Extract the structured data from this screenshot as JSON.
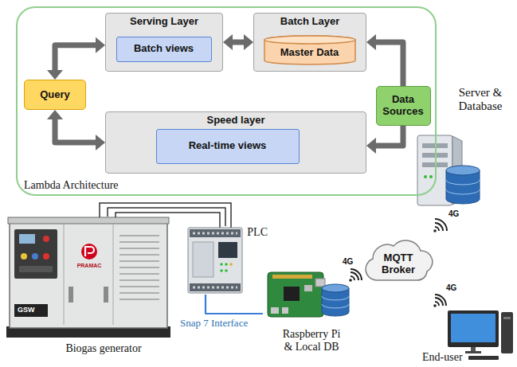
{
  "diagram": {
    "nodes": [
      {
        "text": [
          "Lambda Architecture"
        ]
      },
      {
        "text": [
          "Serving Layer"
        ],
        "in": 0
      },
      {
        "text": [
          "Batch views"
        ],
        "in": 1
      },
      {
        "text": [
          "Batch Layer"
        ],
        "in": 0
      },
      {
        "text": [
          "Master Data"
        ],
        "in": 3
      },
      {
        "text": [
          "Query"
        ],
        "in": 0
      },
      {
        "text": [
          "Data Sources"
        ],
        "in": 0
      },
      {
        "text": [
          "Speed layer"
        ],
        "in": 0
      },
      {
        "text": [
          "Real-time views"
        ],
        "in": 7
      },
      {
        "text": [
          "Server & Database"
        ]
      },
      {
        "text": [
          "Biogas generator"
        ]
      },
      {
        "text": [
          "PLC"
        ]
      },
      {
        "text": [
          "Raspberry Pi & Local DB"
        ]
      },
      {
        "text": [
          "MQTT Broker"
        ]
      },
      {
        "text": [
          "End-user"
        ]
      }
    ],
    "edges": [
      {
        "from": 5,
        "to": 1,
        "arrow": "both"
      },
      {
        "from": 1,
        "to": 3,
        "arrow": "both"
      },
      {
        "from": 6,
        "to": 3,
        "arrow": "to"
      },
      {
        "from": 6,
        "to": 7,
        "arrow": "to"
      },
      {
        "from": 5,
        "to": 7,
        "arrow": "both"
      },
      {
        "from": 10,
        "to": 11,
        "arrow": "none"
      },
      {
        "from": 11,
        "to": 12,
        "label": "Snap 7 Interface",
        "arrow": "none"
      }
    ],
    "labels": [
      "4G",
      "4G",
      "4G",
      "PRAMAC",
      "GSW"
    ]
  }
}
